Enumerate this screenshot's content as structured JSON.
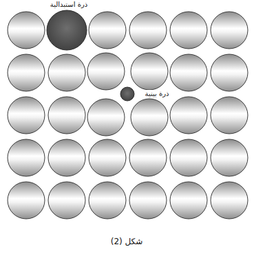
{
  "diagram": {
    "caption": "شكل (2)",
    "labels": [
      "ذرة استبدالية",
      "ذرة بينية"
    ]
  }
}
